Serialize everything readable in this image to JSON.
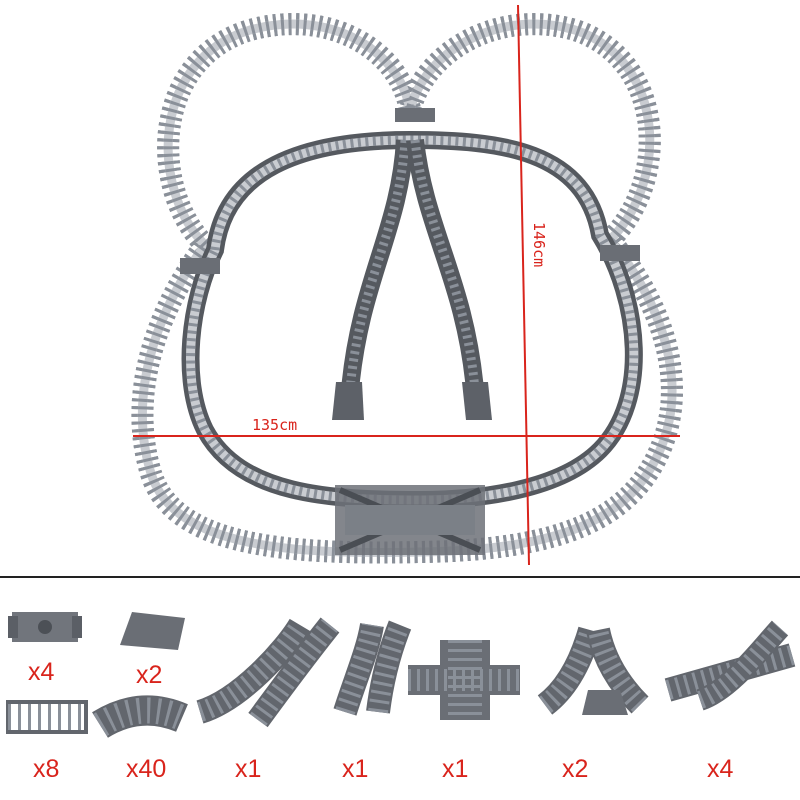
{
  "dimensions": {
    "width_label": "135cm",
    "height_label": "146cm"
  },
  "colors": {
    "track_dark": "#55595f",
    "track_tie": "#8a9099",
    "measure_red": "#d9241c",
    "divider": "#222222"
  },
  "parts": [
    {
      "name": "buffer-stop-piece",
      "qty": "x4"
    },
    {
      "name": "ramp-piece",
      "qty": "x2"
    },
    {
      "name": "straight-track-piece",
      "qty": "x8"
    },
    {
      "name": "curved-track-piece",
      "qty": "x40"
    },
    {
      "name": "left-switch-piece",
      "qty": "x1"
    },
    {
      "name": "right-switch-piece",
      "qty": "x1"
    },
    {
      "name": "crossing-piece",
      "qty": "x1"
    },
    {
      "name": "y-switch-piece",
      "qty": "x2"
    },
    {
      "name": "flex-switch-piece",
      "qty": "x4"
    }
  ]
}
